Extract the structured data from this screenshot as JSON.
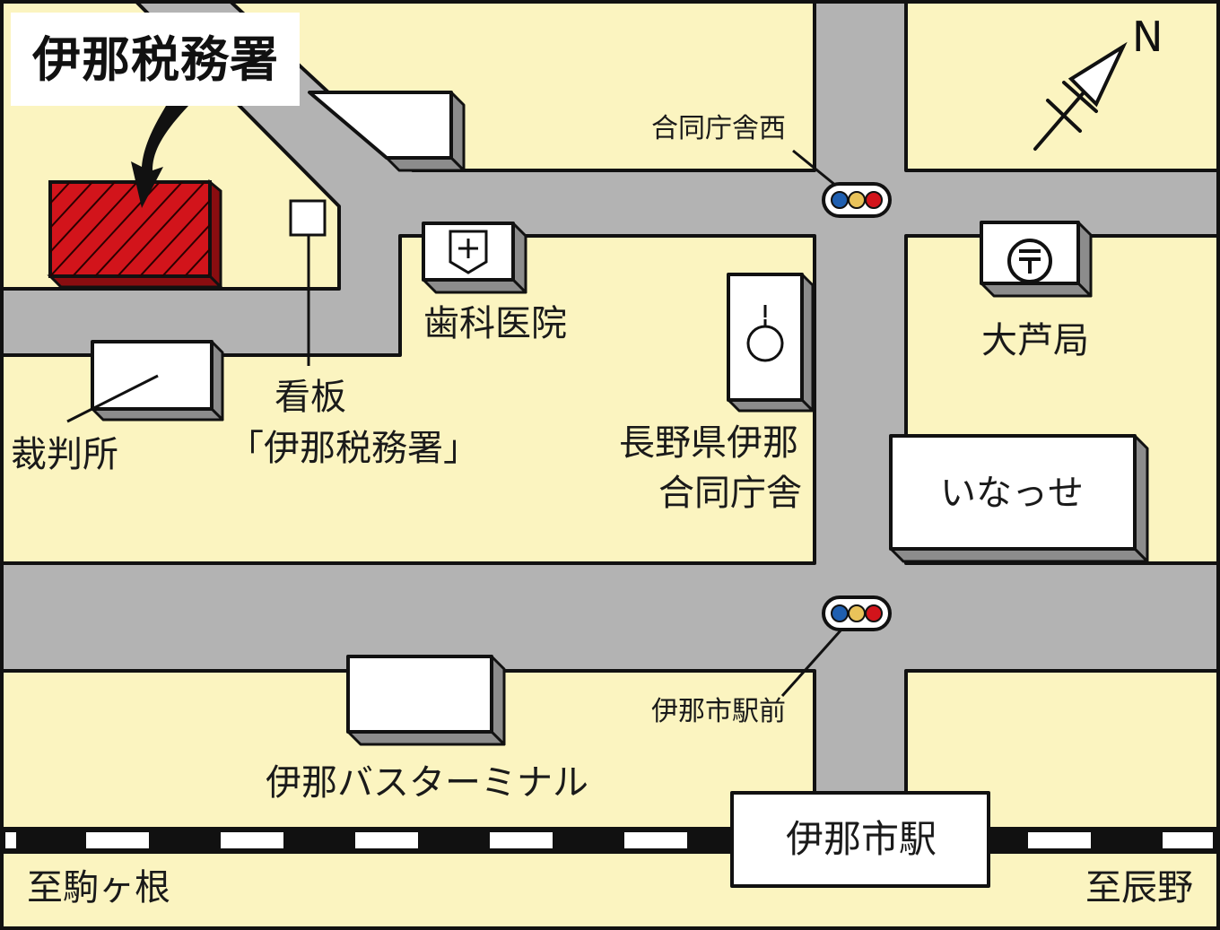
{
  "title": "伊那税務署",
  "north": "N",
  "colors": {
    "land": "#fbf4c0",
    "road": "#b3b3b3",
    "outline": "#111111",
    "target": "#d2141b",
    "signal_blue": "#1f5fb0",
    "signal_yellow": "#e9c35a",
    "signal_red": "#d2141b"
  },
  "signals": {
    "north": "合同庁舎西",
    "south": "伊那市駅前"
  },
  "labels": {
    "court": "裁判所",
    "sign": "看板",
    "sign_name": "「伊那税務署」",
    "dental": "歯科医院",
    "gov_line1": "長野県伊那",
    "gov_line2": "合同庁舎",
    "post": "大芦局",
    "inasse": "いなっせ",
    "bus": "伊那バスターミナル",
    "station": "伊那市駅",
    "to_west": "至駒ヶ根",
    "to_east": "至辰野"
  },
  "icons": {
    "dental": "dental-clinic-icon",
    "post": "post-office-icon",
    "gov": "government-office-icon",
    "compass": "north-arrow-icon"
  }
}
